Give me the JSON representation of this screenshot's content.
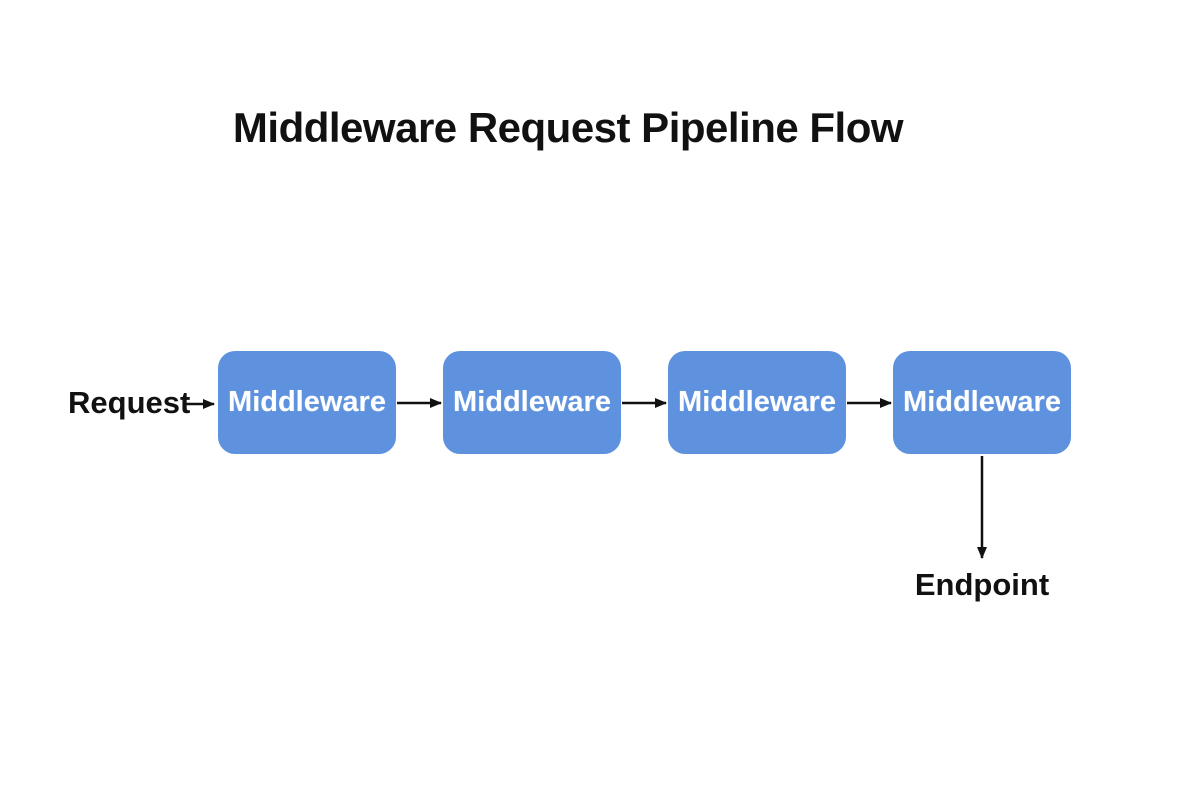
{
  "title": "Middleware Request Pipeline Flow",
  "diagram": {
    "source_label": "Request",
    "sink_label": "Endpoint",
    "nodes": [
      {
        "id": "middleware-1",
        "label": "Middleware"
      },
      {
        "id": "middleware-2",
        "label": "Middleware"
      },
      {
        "id": "middleware-3",
        "label": "Middleware"
      },
      {
        "id": "middleware-4",
        "label": "Middleware"
      }
    ],
    "edges": [
      {
        "from": "request",
        "to": "middleware-1"
      },
      {
        "from": "middleware-1",
        "to": "middleware-2"
      },
      {
        "from": "middleware-2",
        "to": "middleware-3"
      },
      {
        "from": "middleware-3",
        "to": "middleware-4"
      },
      {
        "from": "middleware-4",
        "to": "endpoint"
      }
    ],
    "colors": {
      "node_fill": "#5E92DE",
      "node_text": "#FFFFFF",
      "arrow": "#111111",
      "label_text": "#111111",
      "background": "#FFFFFF"
    }
  }
}
